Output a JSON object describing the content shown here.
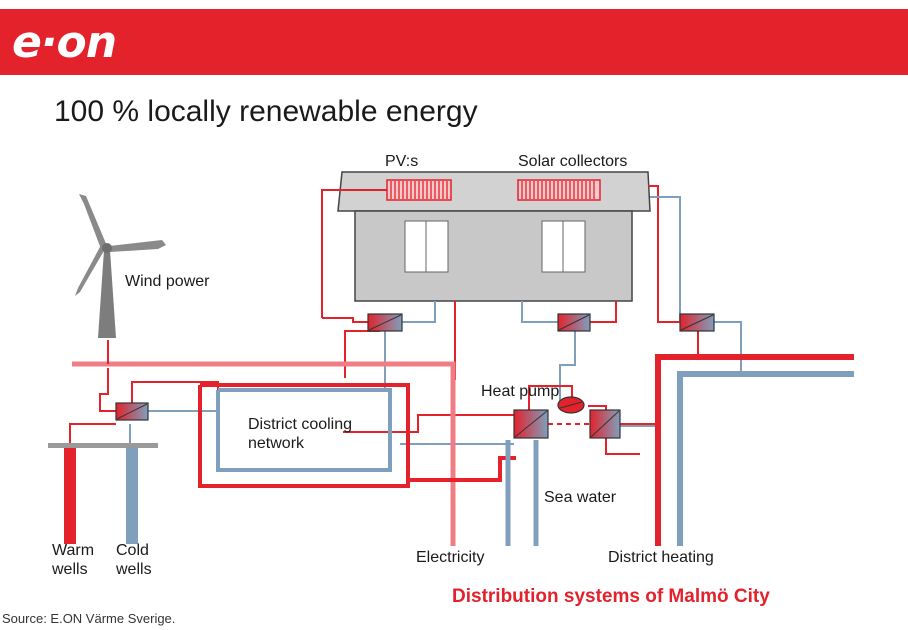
{
  "header": {
    "logo_text": "e·on",
    "brand_color": "#e3222c"
  },
  "title": "100 % locally renewable energy",
  "labels": {
    "pvs": "PV:s",
    "solar_collectors": "Solar collectors",
    "wind_power": "Wind power",
    "heat_pump": "Heat pump",
    "district_cooling_line1": "District cooling",
    "district_cooling_line2": "network",
    "sea_water": "Sea water",
    "warm_wells_line1": "Warm",
    "warm_wells_line2": "wells",
    "cold_wells_line1": "Cold",
    "cold_wells_line2": "wells",
    "electricity": "Electricity",
    "district_heating": "District heating"
  },
  "caption": "Distribution systems of Malmö City",
  "source": "Source: E.ON Värme Sverige.",
  "colors": {
    "warm": "#e3222c",
    "cold": "#7f9fbd",
    "building": "#c8c8c8",
    "outline": "#444444"
  }
}
